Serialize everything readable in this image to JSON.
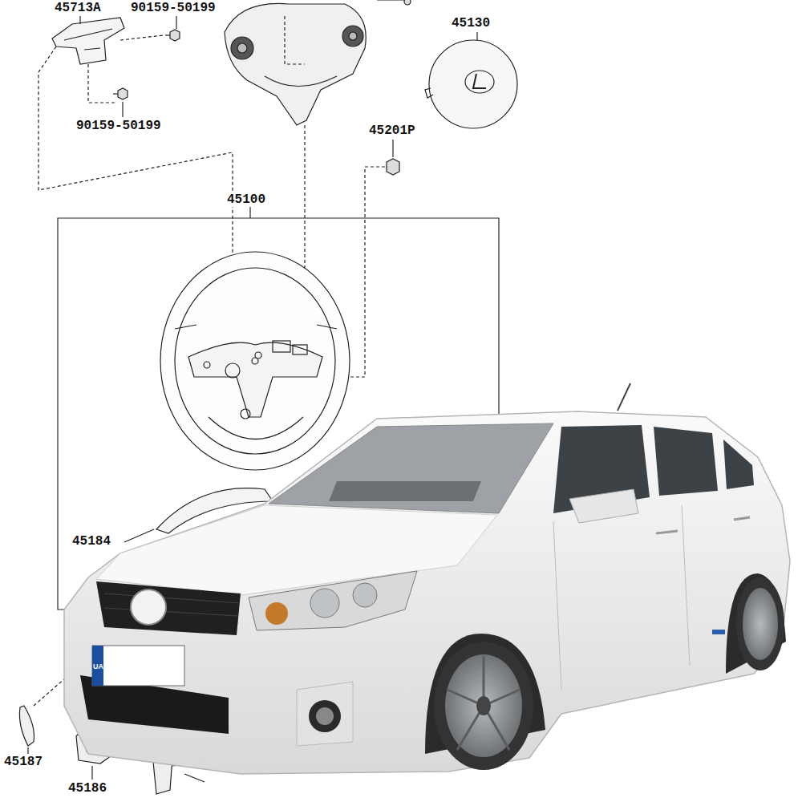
{
  "diagram": {
    "nodes": [
      {
        "text": [
          "45100"
        ]
      }
    ],
    "labels": [
      "45713A",
      "90159-50199",
      "90159-50199",
      "45130",
      "45201P",
      "45184",
      "45187",
      "45186",
      "UA"
    ]
  }
}
